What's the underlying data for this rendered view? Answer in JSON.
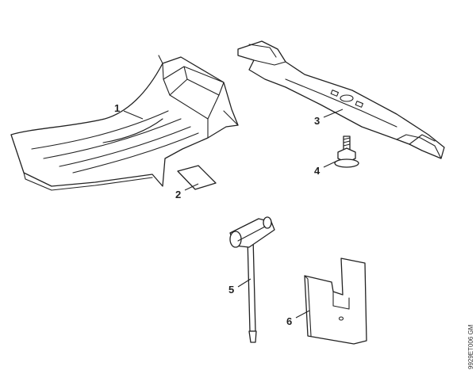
{
  "diagram": {
    "drawing_code": "9929ET006 GM",
    "callouts": [
      {
        "label": "1"
      },
      {
        "label": "2"
      },
      {
        "label": "3"
      },
      {
        "label": "4"
      },
      {
        "label": "5"
      },
      {
        "label": "6"
      }
    ]
  }
}
